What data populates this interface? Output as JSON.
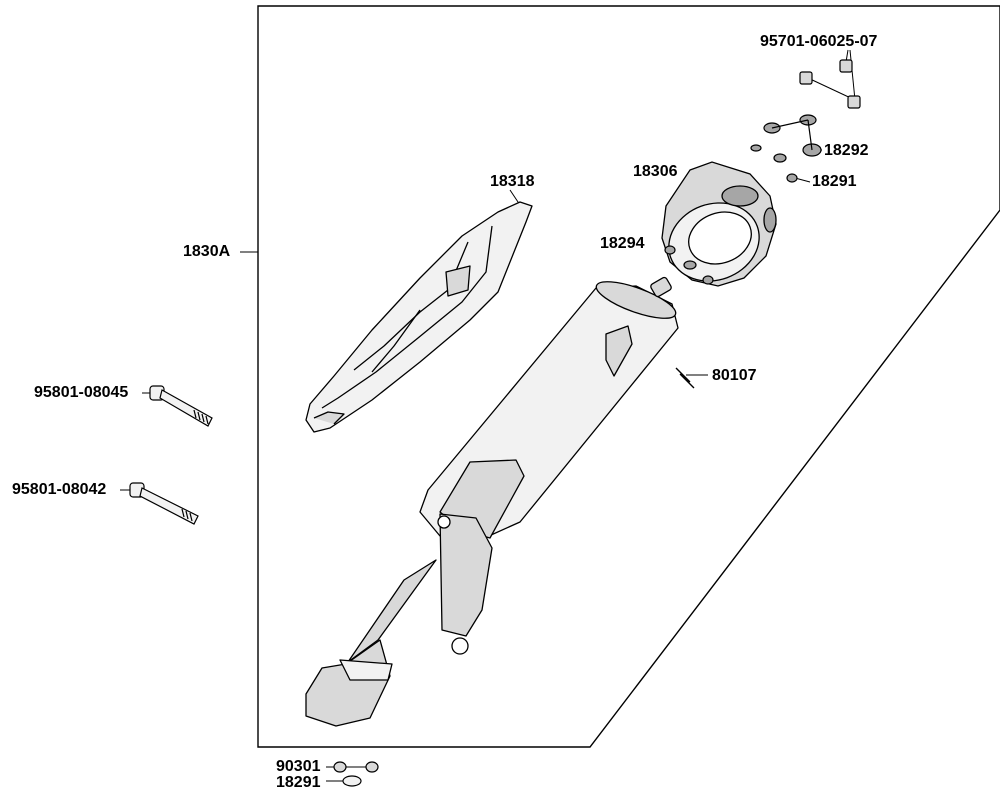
{
  "labels": {
    "frame_assembly": "1830A",
    "heat_shield": "18318",
    "end_cap": "18306",
    "screw_top": "95701-06025-07",
    "washer_large": "18292",
    "gasket_small": "18291",
    "gasket_mid": "18294",
    "clip": "80107",
    "bolt_long": "95801-08045",
    "bolt_short": "95801-08042",
    "nut_bottom": "90301",
    "gasket_bottom": "18291"
  },
  "colors": {
    "line": "#000000",
    "fill_light": "#f2f2f2",
    "fill_mid": "#d9d9d9",
    "fill_dark": "#a6a6a6"
  }
}
